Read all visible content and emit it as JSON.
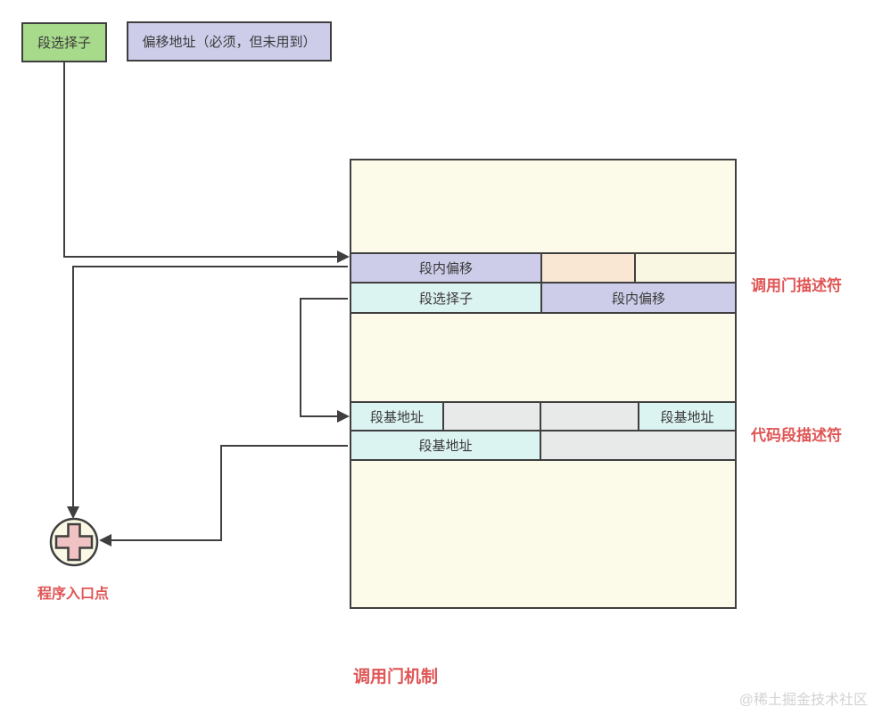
{
  "top_inputs": {
    "selector_label": "段选择子",
    "offset_label": "偏移地址（必须，但未用到）"
  },
  "descriptor_table": {
    "call_gate": {
      "row1": {
        "offset_high": "段内偏移",
        "reserved_a": "",
        "reserved_b": ""
      },
      "row2": {
        "selector": "段选择子",
        "offset_low": "段内偏移"
      }
    },
    "code_segment": {
      "row1": {
        "base_low": "段基地址",
        "attr_a": "",
        "attr_b": "",
        "base_high": "段基地址"
      },
      "row2": {
        "base_mid": "段基地址",
        "limit": ""
      }
    }
  },
  "annotations": {
    "call_gate_descriptor": "调用门描述符",
    "code_segment_descriptor": "代码段描述符",
    "program_entry_point": "程序入口点",
    "title": "调用门机制",
    "watermark": "@稀土掘金技术社区"
  },
  "colors": {
    "accent_red": "#e05555",
    "selector_green": "#a7da8b",
    "lavender": "#cdcdea",
    "cyan": "#dbf3f1",
    "peach": "#f9e7d4",
    "cream": "#f9f6e1",
    "gray": "#e8eae9",
    "table_bg": "#fcfbe9",
    "line": "#3f3f3f",
    "plus_pink": "#f1c2c3",
    "watermark_gray": "#d2d2d2"
  }
}
